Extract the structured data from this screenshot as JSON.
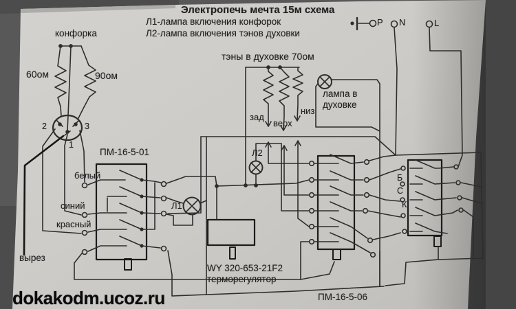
{
  "photo": {
    "watermark": "dokakodm.ucoz.ru"
  },
  "schematic": {
    "title": "Электропечь мечта 15м схема",
    "legend": {
      "l1": "Л1-лампа включения конфорок",
      "l2": "Л2-лампа включения тэнов духовки"
    },
    "power": {
      "p": "P",
      "n": "N",
      "l": "L"
    },
    "burner": {
      "label": "конфорка",
      "resistor_left": "60ом",
      "resistor_right": "90ом",
      "pin_2": "2",
      "pin_3": "3",
      "pin_1": "1",
      "cutout": "вырез"
    },
    "wire_colors": {
      "white": "белый",
      "blue": "синий",
      "red": "красный"
    },
    "oven": {
      "heaters_label": "тэны в духовке 70ом",
      "heater_back": "зад",
      "heater_top": "верх",
      "heater_bottom": "низ",
      "lamp_line1": "лампа в",
      "lamp_line2": "духовке"
    },
    "lamps": {
      "l1": "Л1",
      "l2": "Л2"
    },
    "blocks": {
      "pm01": "ПМ-16-5-01",
      "pm06": "ПМ-16-5-06"
    },
    "thermostat": {
      "model": "WY 320-653-21F2",
      "name": "терморегулятор"
    },
    "terminals": {
      "b": "Б",
      "s": "С",
      "k": "К"
    }
  },
  "colors": {
    "ink": "#2d2d2d",
    "paper": "#cbcac6",
    "backdrop": "#565656",
    "text": "#1f1f1f"
  }
}
